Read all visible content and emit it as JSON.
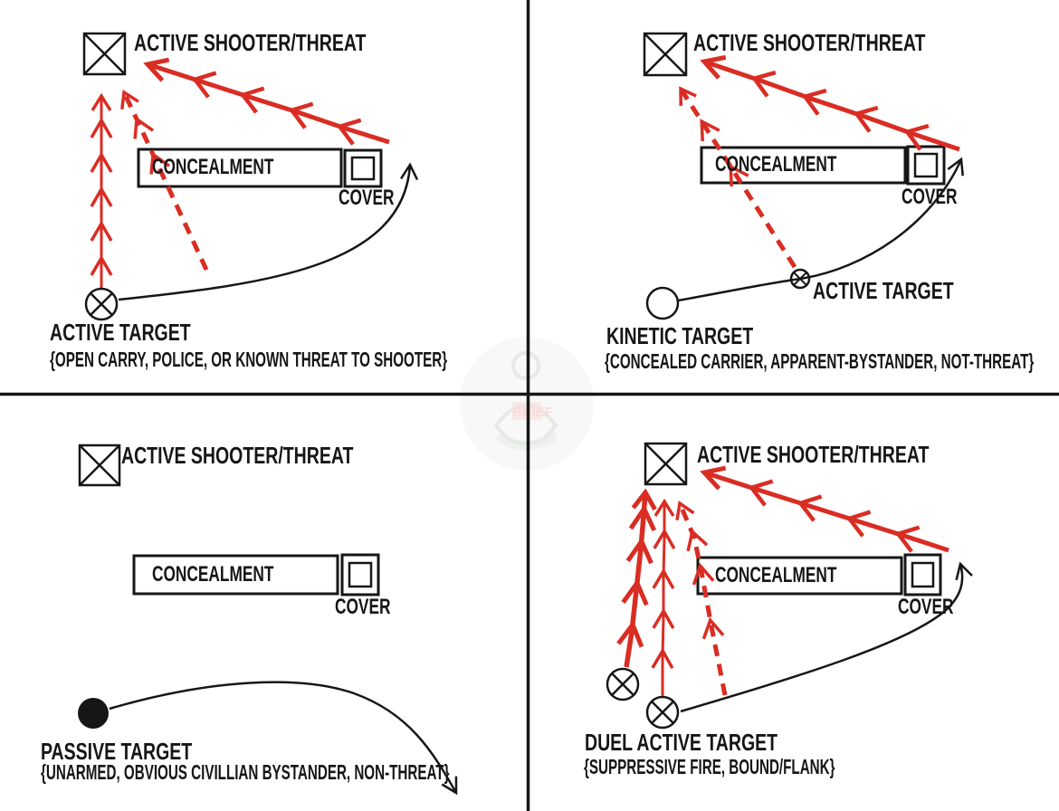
{
  "palette": {
    "red": "#D92D24",
    "ink": "#161616",
    "background": "#FFFFFF",
    "watermark_tint": "#AEBCAB"
  },
  "watermark": {
    "text": "BRIEF"
  },
  "quadrants": {
    "top_left": {
      "shooter_label": "ACTIVE SHOOTER/THREAT",
      "concealment_label": "CONCEALMENT",
      "cover_label": "COVER",
      "target_name": "ACTIVE TARGET",
      "target_detail": "{OPEN CARRY, POLICE, OR KNOWN THREAT TO SHOOTER}"
    },
    "top_right": {
      "shooter_label": "ACTIVE SHOOTER/THREAT",
      "concealment_label": "CONCEALMENT",
      "cover_label": "COVER",
      "midpoint_target_label": "ACTIVE TARGET",
      "target_name": "KINETIC TARGET",
      "target_detail": "{CONCEALED CARRIER, APPARENT-BYSTANDER, NOT-THREAT}"
    },
    "bottom_left": {
      "shooter_label": "ACTIVE SHOOTER/THREAT",
      "concealment_label": "CONCEALMENT",
      "cover_label": "COVER",
      "target_name": "PASSIVE TARGET",
      "target_detail": "{UNARMED, OBVIOUS CIVILLIAN BYSTANDER, NON-THREAT}"
    },
    "bottom_right": {
      "shooter_label": "ACTIVE SHOOTER/THREAT",
      "concealment_label": "CONCEALMENT",
      "cover_label": "COVER",
      "target_name": "DUEL ACTIVE TARGET",
      "target_detail": "{SUPPRESSIVE FIRE, BOUND/FLANK}"
    }
  }
}
